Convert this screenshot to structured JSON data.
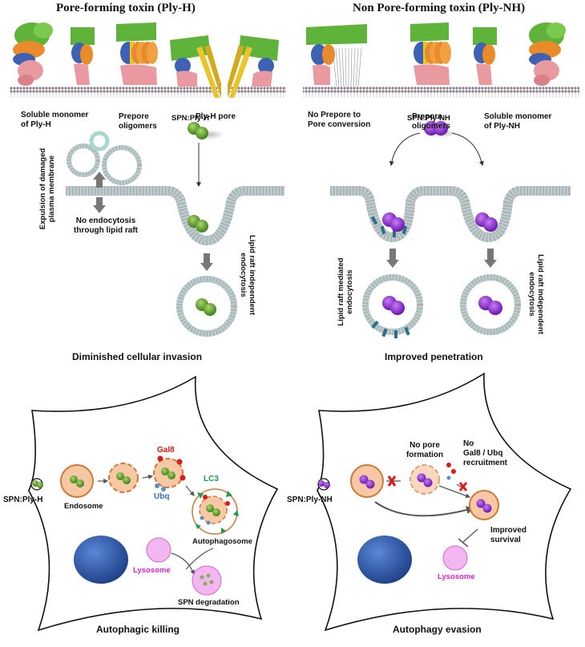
{
  "panel_top": {
    "left_title": "Pore-forming toxin (Ply-H)",
    "right_title": "Non Pore-forming toxin (Ply-NH)",
    "left_labels": [
      "Soluble monomer\nof Ply-H",
      "Prepore\noligomers",
      "Ply-H pore"
    ],
    "right_labels": [
      "No Prepore to\nPore conversion",
      "Prepore\noligomers",
      "Soluble monomer\nof Ply-NH"
    ]
  },
  "panel_mid": {
    "left": {
      "toxin": "SPN:Ply-H",
      "expulsion": "Expulsion of damaged\nplasma membrane",
      "no_endocytosis": "No endocytosis\nthrough lipid raft",
      "raft_independent": "Lipid raft independent\nendocytosis",
      "caption": "Diminished cellular invasion"
    },
    "right": {
      "toxin": "SPN:Ply-NH",
      "raft_mediated": "Lipid raft mediated\nendocytosis",
      "raft_independent": "Lipid raft independent\nendocytosis",
      "caption": "Improved penetration"
    }
  },
  "panel_bottom": {
    "left": {
      "toxin": "SPN:Ply-H",
      "endosome": "Endosome",
      "gal8": "Gal8",
      "ubq": "Ubq",
      "lc3": "LC3",
      "autophagosome": "Autophagosome",
      "lysosome": "Lysosome",
      "degradation": "SPN degradation",
      "caption": "Autophagic killing"
    },
    "right": {
      "toxin": "SPN:Ply-NH",
      "no_pore": "No pore\nformation",
      "no_gal8": "No\nGal8 / Ubq\nrecruitment",
      "survival": "Improved\nsurvival",
      "lysosome": "Lysosome",
      "caption": "Autophagy evasion"
    }
  },
  "colors": {
    "ply_h_bacteria": "#5d9e2a",
    "ply_nh_bacteria": "#8a2fd0",
    "nucleus": "#2b5aa8",
    "lysosome": "#f3b6f0",
    "endosome": "#f6c8a4",
    "gal8": "#e01818",
    "ubq": "#5a8ac8",
    "lc3": "#1aa04a",
    "lysosome_text": "#e020d0",
    "gal8_text": "#e01818",
    "ubq_text": "#3a6fb8",
    "lc3_text": "#1aa04a"
  }
}
